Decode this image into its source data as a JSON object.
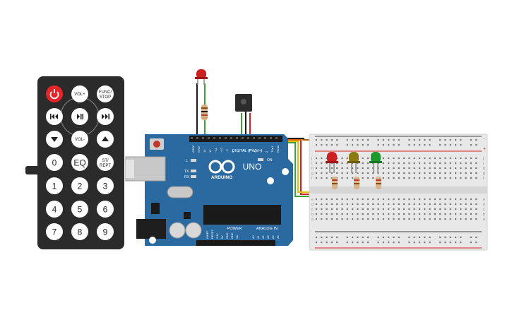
{
  "remote": {
    "power_icon": "power-icon",
    "buttons": [
      {
        "label": "",
        "icon": "power-icon"
      },
      {
        "label": "VOL+",
        "icon": ""
      },
      {
        "label": "FUNC/",
        "label2": "STOP",
        "icon": ""
      },
      {
        "label": "",
        "icon": "skip-back-icon"
      },
      {
        "label": "",
        "icon": "play-pause-icon"
      },
      {
        "label": "",
        "icon": "skip-forward-icon"
      },
      {
        "label": "",
        "icon": "down-arrow-icon"
      },
      {
        "label": "VOL-",
        "icon": ""
      },
      {
        "label": "",
        "icon": "up-arrow-icon"
      },
      {
        "label": "0",
        "icon": ""
      },
      {
        "label": "EQ",
        "icon": ""
      },
      {
        "label": "ST/",
        "label2": "REPT",
        "icon": ""
      },
      {
        "label": "1",
        "icon": ""
      },
      {
        "label": "2",
        "icon": ""
      },
      {
        "label": "3",
        "icon": ""
      },
      {
        "label": "4",
        "icon": ""
      },
      {
        "label": "5",
        "icon": ""
      },
      {
        "label": "6",
        "icon": ""
      },
      {
        "label": "7",
        "icon": ""
      },
      {
        "label": "8",
        "icon": ""
      },
      {
        "label": "9",
        "icon": ""
      }
    ]
  },
  "arduino": {
    "brand": "ARDUINO",
    "model": "UNO",
    "digital_label": "DIGITAL (PWM~)",
    "power_label": "POWER",
    "analog_label": "ANALOG IN",
    "on_label": "ON",
    "l_label": "L",
    "tx_label": "TX",
    "rx_label": "RX",
    "aref_label": "AREF",
    "gnd_label": "GND",
    "digital_pins": [
      "13",
      "12",
      "~11",
      "~10",
      "~9",
      "8",
      "7",
      "~6",
      "~5",
      "4",
      "~3",
      "2",
      "TX▸1",
      "RX◂0"
    ],
    "power_pins": [
      "IOREF",
      "RESET",
      "3.3V",
      "5V",
      "GND",
      "GND",
      "Vin"
    ],
    "analog_pins": [
      "A0",
      "A1",
      "A2",
      "A3",
      "A4",
      "A5"
    ]
  },
  "breadboard": {
    "rows": [
      "a",
      "b",
      "c",
      "d",
      "e",
      "f",
      "g",
      "h",
      "i",
      "j"
    ],
    "plus": "+",
    "minus": "-"
  },
  "colors": {
    "remote_body": "#2b2b2b",
    "remote_button": "#ffffff",
    "power_button": "#e5252a",
    "board": "#2b6aa0",
    "board_dark": "#1f5585",
    "breadboard": "#e8e8e8",
    "led_red": "#cc1f1f",
    "led_yellow": "#8c7a12",
    "led_green": "#1e9a2a",
    "wire_green": "#3aa23a",
    "wire_red": "#d42020",
    "wire_yellow": "#e6c000",
    "wire_orange": "#e07a10",
    "wire_black": "#1a1a1a"
  }
}
